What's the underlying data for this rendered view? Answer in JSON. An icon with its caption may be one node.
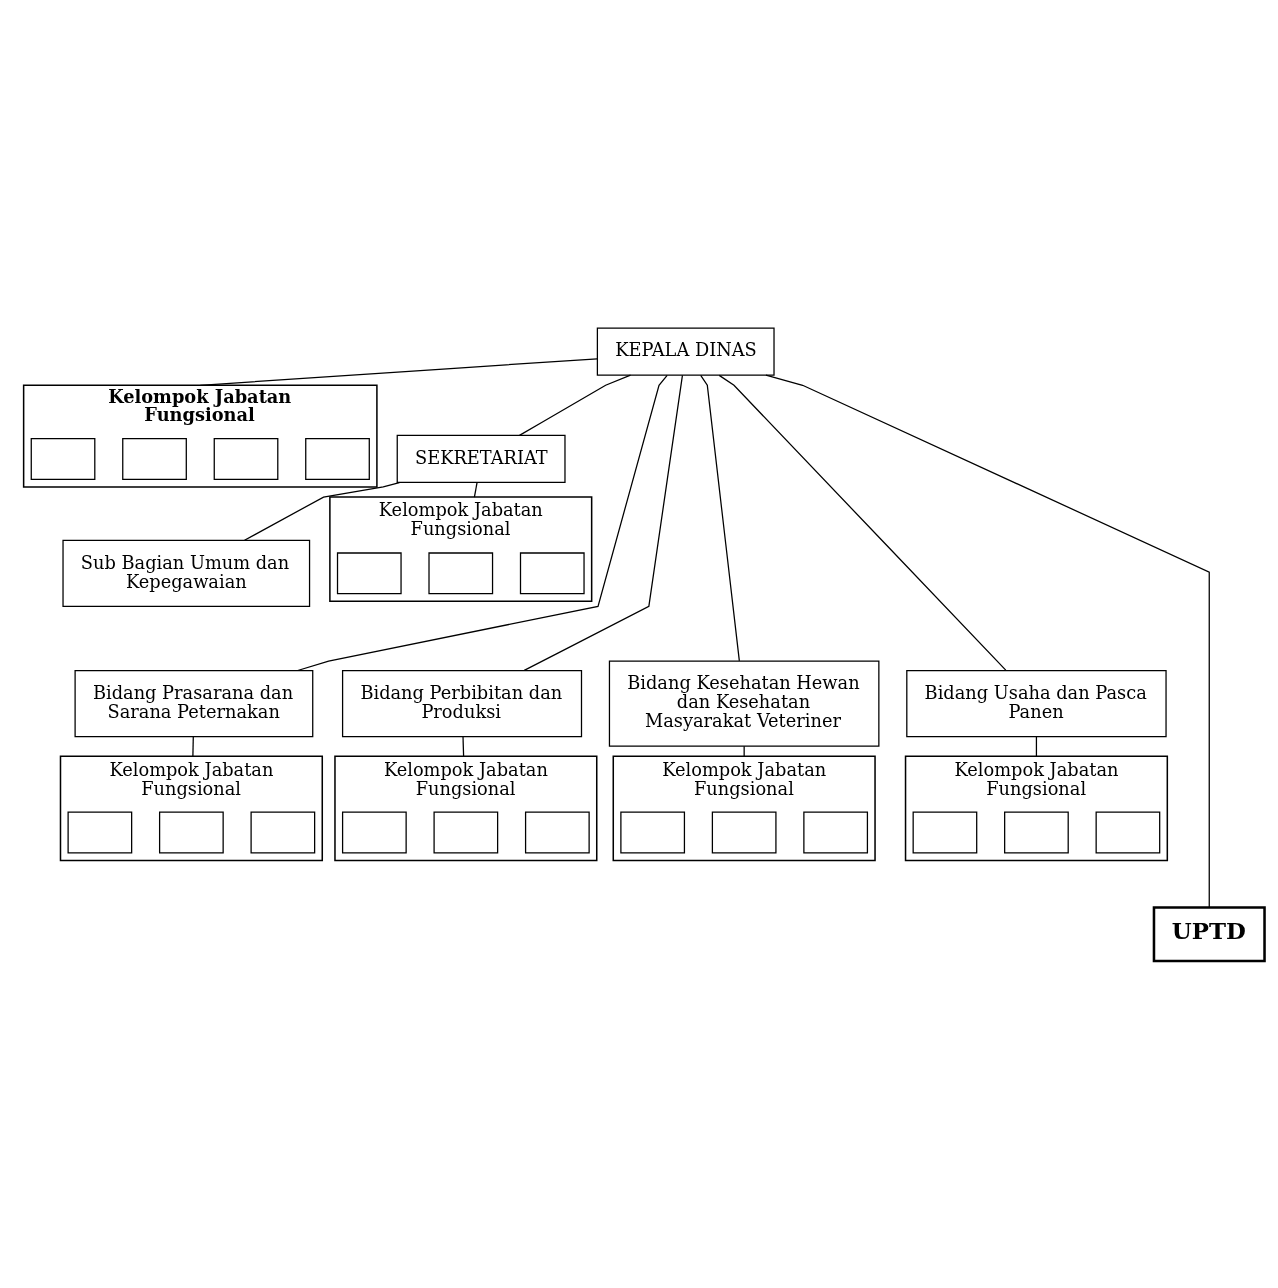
{
  "diagram": {
    "nodes": [
      {
        "text": [
          "KEPALA DINAS"
        ]
      },
      {
        "text": [
          "Kelompok Jabatan Fungsional"
        ]
      },
      {
        "text": [],
        "shape": "box",
        "in": 1
      },
      {
        "text": [],
        "shape": "box",
        "in": 1
      },
      {
        "text": [],
        "shape": "box",
        "in": 1
      },
      {
        "text": [],
        "shape": "box",
        "in": 1
      },
      {
        "text": [
          "SEKRETARIAT"
        ]
      },
      {
        "text": [
          "Sub Bagian Umum dan Kepegawaian"
        ]
      },
      {
        "text": [
          "Kelompok Jabatan Fungsional"
        ]
      },
      {
        "text": [],
        "shape": "box",
        "in": 8
      },
      {
        "text": [],
        "shape": "box",
        "in": 8
      },
      {
        "text": [],
        "shape": "box",
        "in": 8
      },
      {
        "text": [
          "Bidang Prasarana dan Sarana Peternakan"
        ]
      },
      {
        "text": [
          "Bidang Perbibitan dan Produksi"
        ]
      },
      {
        "text": [
          "Bidang Kesehatan Hewan dan Kesehatan Masyarakat Veteriner"
        ]
      },
      {
        "text": [
          "Bidang Usaha dan Pasca Panen"
        ]
      },
      {
        "text": [
          "Kelompok Jabatan Fungsional"
        ]
      },
      {
        "text": [],
        "shape": "box",
        "in": 16
      },
      {
        "text": [],
        "shape": "box",
        "in": 16
      },
      {
        "text": [],
        "shape": "box",
        "in": 16
      },
      {
        "text": [
          "Kelompok Jabatan Fungsional"
        ]
      },
      {
        "text": [],
        "shape": "box",
        "in": 20
      },
      {
        "text": [],
        "shape": "box",
        "in": 20
      },
      {
        "text": [],
        "shape": "box",
        "in": 20
      },
      {
        "text": [
          "Kelompok Jabatan Fungsional"
        ]
      },
      {
        "text": [],
        "shape": "box",
        "in": 24
      },
      {
        "text": [],
        "shape": "box",
        "in": 24
      },
      {
        "text": [],
        "shape": "box",
        "in": 24
      },
      {
        "text": [
          "Kelompok Jabatan Fungsional"
        ]
      },
      {
        "text": [],
        "shape": "box",
        "in": 28
      },
      {
        "text": [],
        "shape": "box",
        "in": 28
      },
      {
        "text": [],
        "shape": "box",
        "in": 28
      },
      {
        "text": [
          "UPTD"
        ]
      }
    ],
    "edges": [
      {
        "from": 0,
        "to": 6,
        "arrow": "none"
      },
      {
        "from": 0,
        "to": 1,
        "arrow": "none"
      },
      {
        "from": 6,
        "to": 7,
        "arrow": "none"
      },
      {
        "from": 6,
        "to": 8,
        "arrow": "none"
      },
      {
        "from": 0,
        "to": 12,
        "arrow": "none"
      },
      {
        "from": 0,
        "to": 13,
        "arrow": "none"
      },
      {
        "from": 0,
        "to": 14,
        "arrow": "none"
      },
      {
        "from": 0,
        "to": 15,
        "arrow": "none"
      },
      {
        "from": 12,
        "to": 16,
        "arrow": "none"
      },
      {
        "from": 13,
        "to": 20,
        "arrow": "none"
      },
      {
        "from": 14,
        "to": 24,
        "arrow": "none"
      },
      {
        "from": 15,
        "to": 28,
        "arrow": "none"
      },
      {
        "from": 0,
        "to": 32,
        "arrow": "none"
      }
    ]
  }
}
